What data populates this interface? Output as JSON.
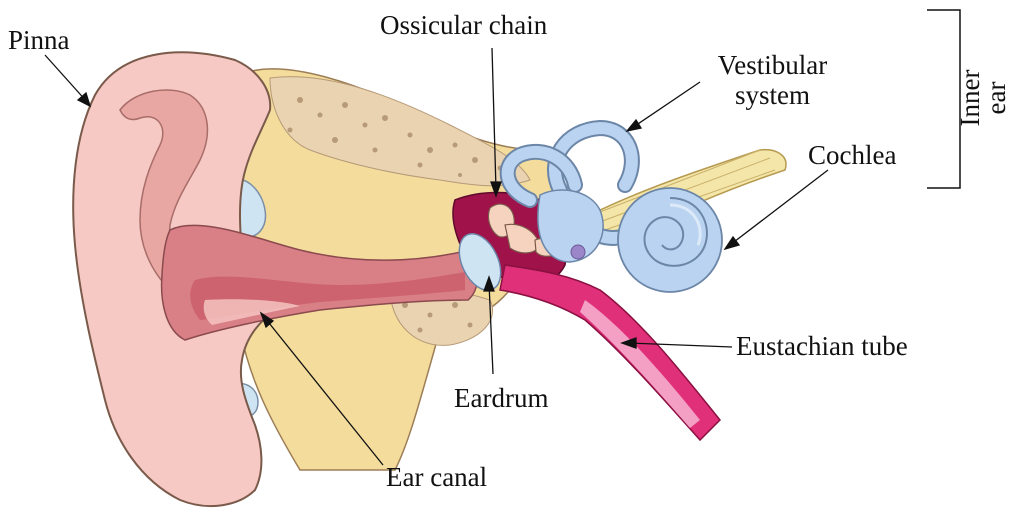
{
  "labels": {
    "pinna": "Pinna",
    "ossicular_chain": "Ossicular chain",
    "vestibular_line1": "Vestibular",
    "vestibular_line2": "system",
    "inner_ear_line1": "Inner",
    "inner_ear_line2": "ear",
    "cochlea": "Cochlea",
    "eardrum": "Eardrum",
    "eustachian_tube": "Eustachian tube",
    "ear_canal": "Ear canal"
  },
  "colors": {
    "skin": "#f6c9c4",
    "skin_dark": "#e9a7a3",
    "canal": "#d97f86",
    "canal_deep": "#c85a66",
    "bone": "#f3dc9c",
    "bone_spongy": "#e9d3b0",
    "bone_dots": "#b79a78",
    "middle_ear": "#a0124a",
    "eustachian": "#e0307a",
    "eustachian_light": "#f3a0c4",
    "labyrinth": "#b9d3f0",
    "labyrinth_stroke": "#6c86a8",
    "nerve": "#f4e6a8",
    "eardrum": "#cfe4f3",
    "outline": "#7a5a4a"
  }
}
